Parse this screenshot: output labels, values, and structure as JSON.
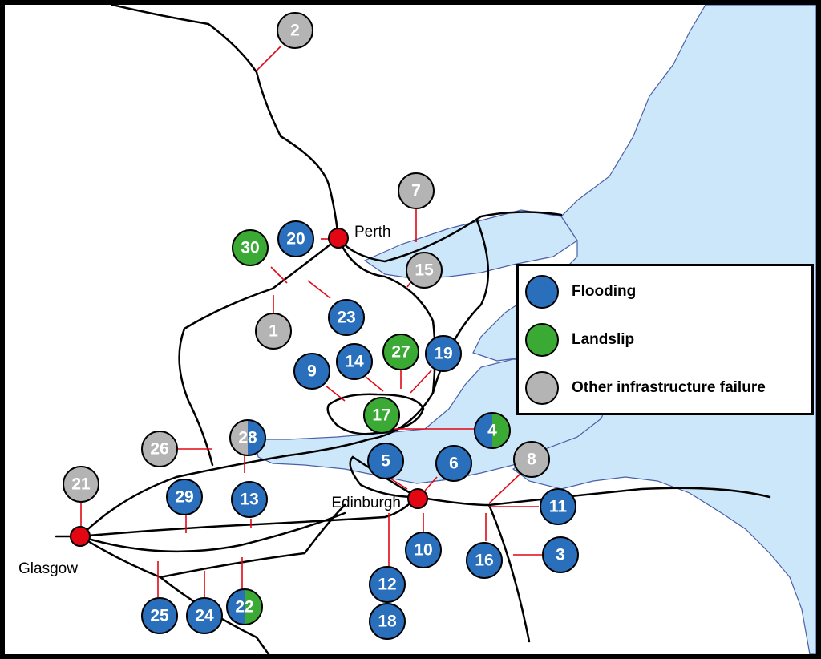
{
  "colors": {
    "flooding": "#2a6fbb",
    "landslip": "#3aaa35",
    "other": "#b4b4b4",
    "city": "#e30613",
    "water": "#cce7fa",
    "connector": "#e30613"
  },
  "cities": [
    {
      "id": "perth",
      "name": "Perth"
    },
    {
      "id": "edinburgh",
      "name": "Edinburgh"
    },
    {
      "id": "glasgow",
      "name": "Glasgow"
    }
  ],
  "legend": {
    "items": [
      {
        "key": "flooding",
        "label": "Flooding"
      },
      {
        "key": "landslip",
        "label": "Landslip"
      },
      {
        "key": "other",
        "label": "Other infrastructure failure"
      }
    ]
  },
  "incidents": [
    {
      "id": "1",
      "label": "1",
      "type": "other"
    },
    {
      "id": "2",
      "label": "2",
      "type": "other"
    },
    {
      "id": "3",
      "label": "3",
      "type": "flooding"
    },
    {
      "id": "4",
      "label": "4",
      "type": "flooding",
      "type2": "landslip"
    },
    {
      "id": "5",
      "label": "5",
      "type": "flooding"
    },
    {
      "id": "6",
      "label": "6",
      "type": "flooding"
    },
    {
      "id": "7",
      "label": "7",
      "type": "other"
    },
    {
      "id": "8",
      "label": "8",
      "type": "other"
    },
    {
      "id": "9",
      "label": "9",
      "type": "flooding"
    },
    {
      "id": "10",
      "label": "10",
      "type": "flooding"
    },
    {
      "id": "11",
      "label": "11",
      "type": "flooding"
    },
    {
      "id": "12",
      "label": "12",
      "type": "flooding"
    },
    {
      "id": "13",
      "label": "13",
      "type": "flooding"
    },
    {
      "id": "14",
      "label": "14",
      "type": "flooding"
    },
    {
      "id": "15",
      "label": "15",
      "type": "other"
    },
    {
      "id": "16",
      "label": "16",
      "type": "flooding"
    },
    {
      "id": "17",
      "label": "17",
      "type": "landslip"
    },
    {
      "id": "18",
      "label": "18",
      "type": "flooding"
    },
    {
      "id": "19",
      "label": "19",
      "type": "flooding"
    },
    {
      "id": "20",
      "label": "20",
      "type": "flooding"
    },
    {
      "id": "21",
      "label": "21",
      "type": "other"
    },
    {
      "id": "22",
      "label": "22",
      "type": "flooding",
      "type2": "landslip"
    },
    {
      "id": "23",
      "label": "23",
      "type": "flooding"
    },
    {
      "id": "24",
      "label": "24",
      "type": "flooding"
    },
    {
      "id": "25",
      "label": "25",
      "type": "flooding"
    },
    {
      "id": "26",
      "label": "26",
      "type": "other"
    },
    {
      "id": "27",
      "label": "27",
      "type": "landslip"
    },
    {
      "id": "28",
      "label": "28",
      "type": "other",
      "type2": "flooding"
    },
    {
      "id": "29",
      "label": "29",
      "type": "flooding"
    },
    {
      "id": "30",
      "label": "30",
      "type": "landslip"
    }
  ]
}
